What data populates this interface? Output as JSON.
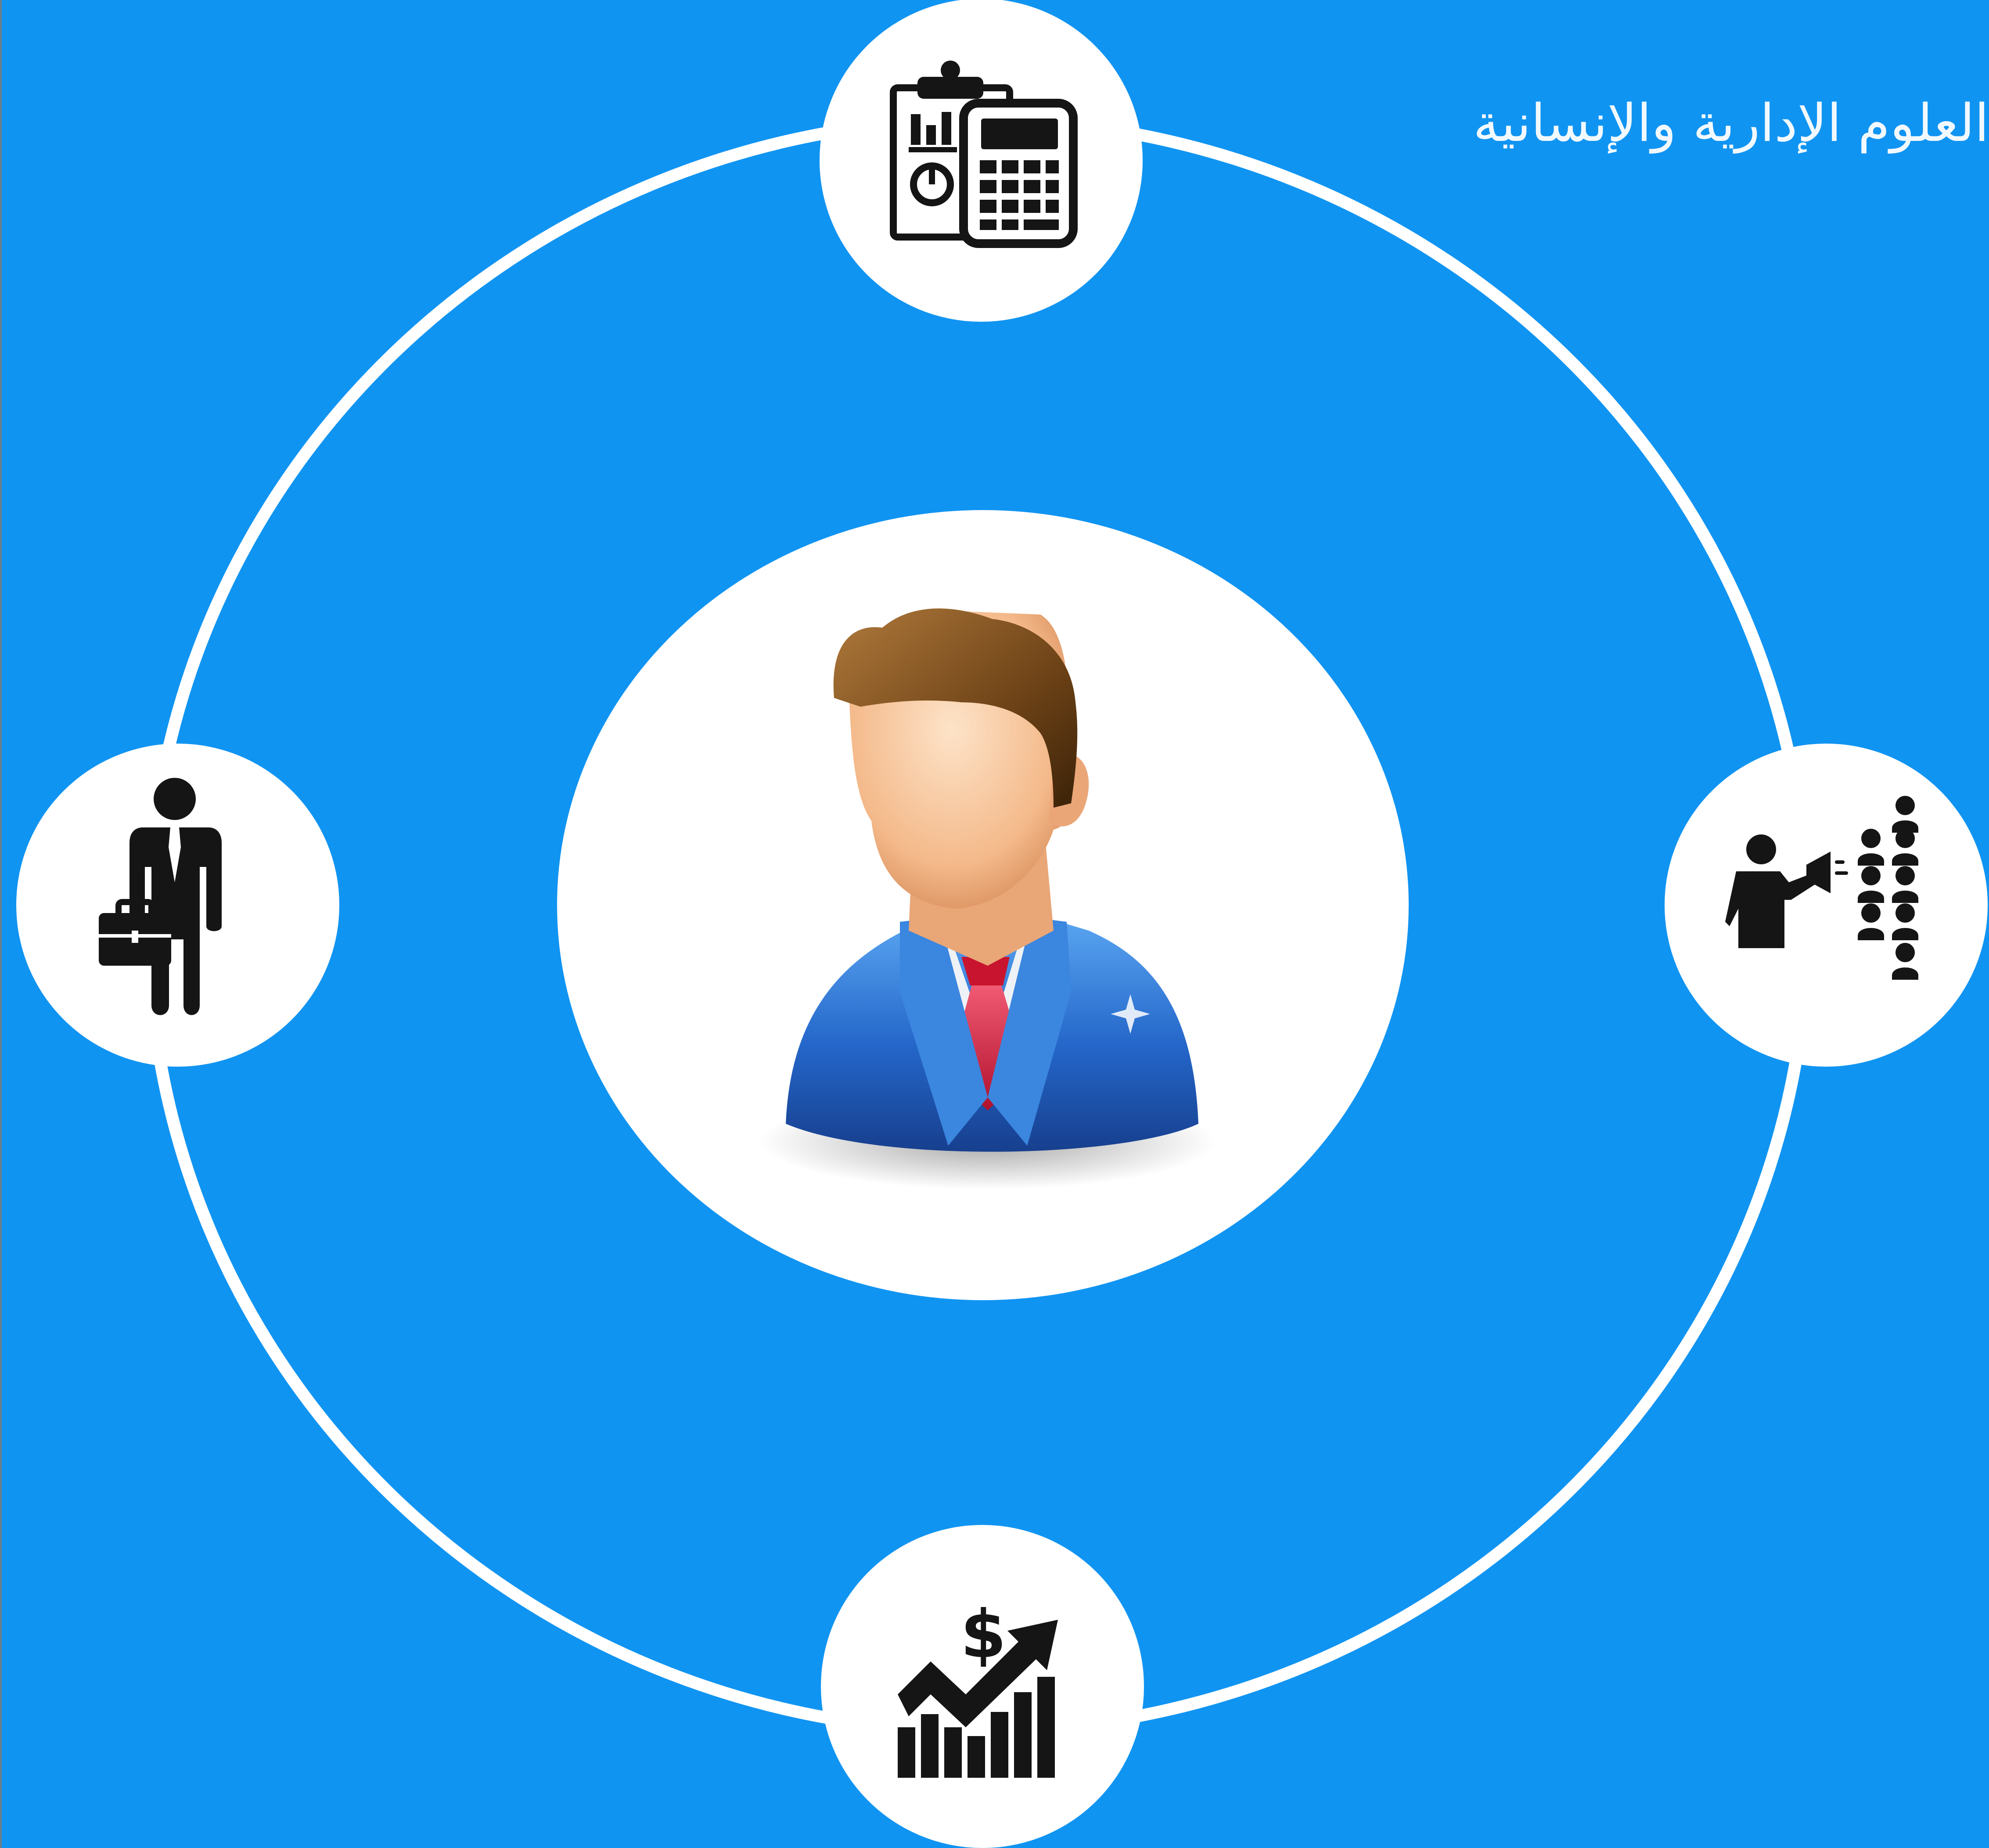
{
  "caption": "العلوم الإدارية والإنسانية",
  "colors": {
    "background": "#1094f2",
    "ring": "#ffffff",
    "node_fill": "#ffffff",
    "icon": "#151515"
  },
  "nodes": [
    {
      "position": "top",
      "icon": "clipboard-calculator-icon"
    },
    {
      "position": "right",
      "icon": "speaker-audience-icon"
    },
    {
      "position": "bottom",
      "icon": "dollar-growth-chart-icon"
    },
    {
      "position": "left",
      "icon": "businessman-briefcase-icon"
    }
  ],
  "center": {
    "icon": "businessman-avatar-icon"
  }
}
